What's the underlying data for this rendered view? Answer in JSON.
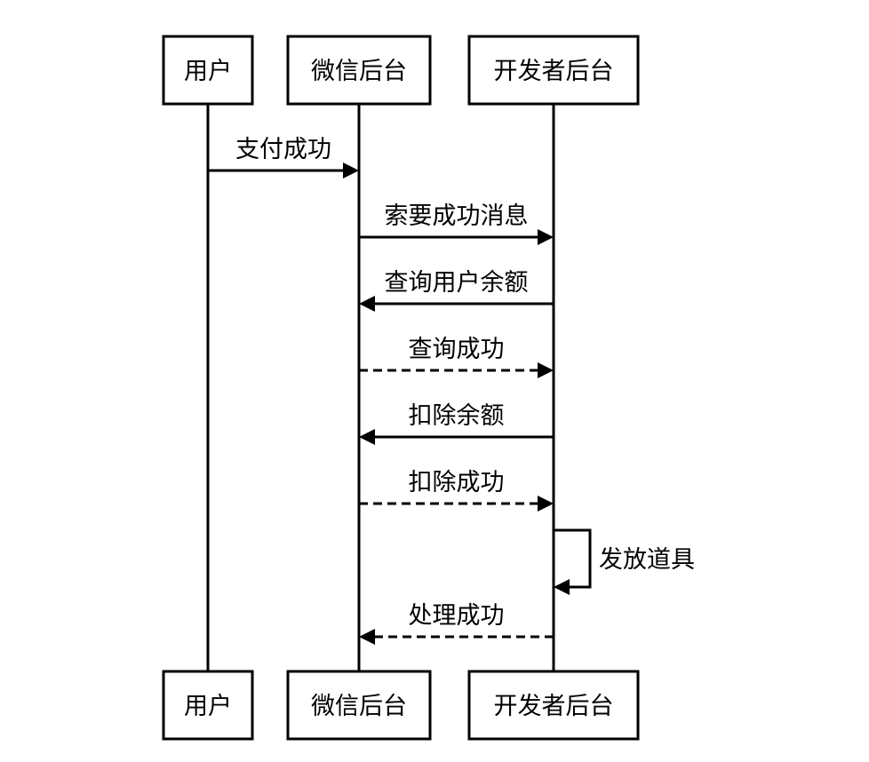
{
  "actors": [
    {
      "id": "user",
      "label": "用户"
    },
    {
      "id": "wechat",
      "label": "微信后台"
    },
    {
      "id": "dev",
      "label": "开发者后台"
    }
  ],
  "messages": [
    {
      "from": "user",
      "to": "wechat",
      "label": "支付成功",
      "style": "solid"
    },
    {
      "from": "wechat",
      "to": "dev",
      "label": "索要成功消息",
      "style": "solid"
    },
    {
      "from": "dev",
      "to": "wechat",
      "label": "查询用户余额",
      "style": "solid"
    },
    {
      "from": "wechat",
      "to": "dev",
      "label": "查询成功",
      "style": "dashed"
    },
    {
      "from": "dev",
      "to": "wechat",
      "label": "扣除余额",
      "style": "solid"
    },
    {
      "from": "wechat",
      "to": "dev",
      "label": "扣除成功",
      "style": "dashed"
    },
    {
      "from": "dev",
      "to": "dev",
      "label": "发放道具",
      "style": "solid"
    },
    {
      "from": "dev",
      "to": "wechat",
      "label": "处理成功",
      "style": "dashed"
    }
  ]
}
